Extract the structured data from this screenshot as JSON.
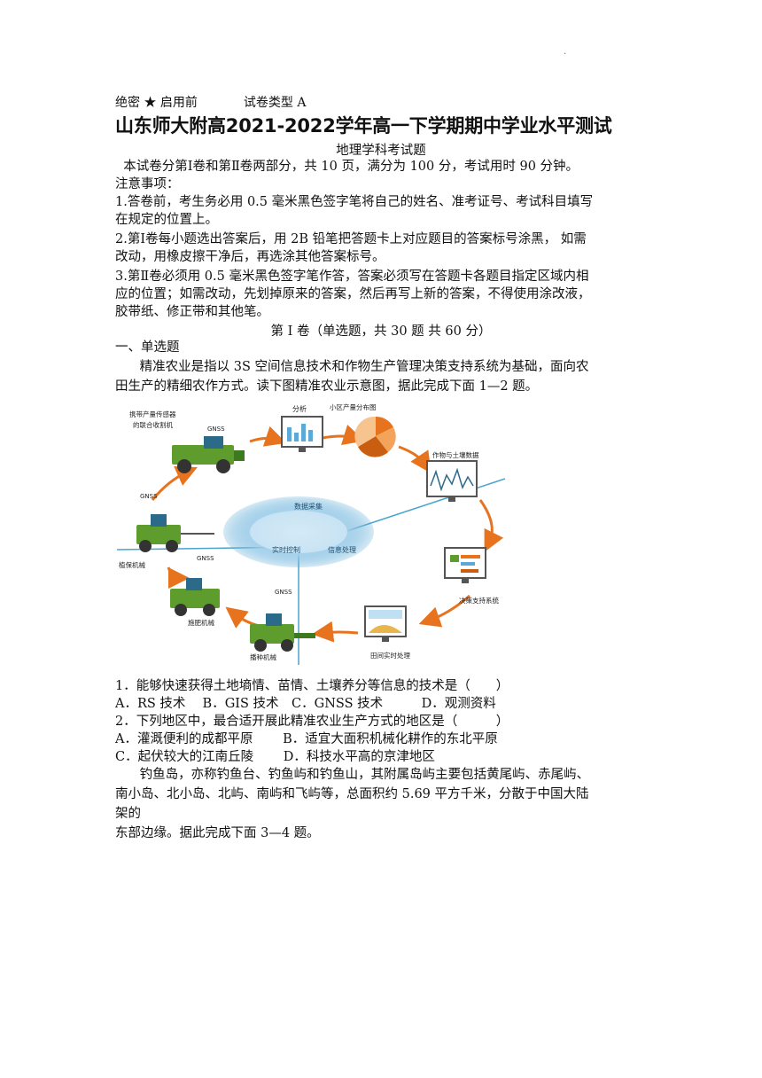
{
  "header": {
    "secret": "绝密 ★ 启用前",
    "paper_type": "试卷类型 A"
  },
  "title": "山东师大附高2021-2022学年高一下学期期中学业水平测试",
  "subtitle": "地理学科考试题",
  "intro": "本试卷分第Ⅰ卷和第Ⅱ卷两部分，共 10 页，满分为 100 分，考试用时 90 分钟。",
  "notes_heading": "注意事项：",
  "notes": [
    "1.答卷前，考生务必用 0.5 毫米黑色签字笔将自己的姓名、准考证号、考试科目填写",
    "在规定的位置上。",
    "2.第Ⅰ卷每小题选出答案后，用 2B 铅笔把答题卡上对应题目的答案标号涂黑，  如需",
    "改动，用橡皮擦干净后，再选涂其他答案标号。",
    "3.第Ⅱ卷必须用 0.5 毫米黑色签字笔作答，答案必须写在答题卡各题目指定区域内相",
    "应的位置；如需改动，先划掉原来的答案，然后再写上新的答案，不得使用涂改液，",
    "胶带纸、修正带和其他笔。"
  ],
  "section_title": "第 Ⅰ 卷（单选题，共 30 题 共 60 分）",
  "part_heading": "一、单选题",
  "passage1": [
    "精准农业是指以 3S 空间信息技术和作物生产管理决策支持系统为基础，面向农",
    "田生产的精细农作方式。读下图精准农业示意图，据此完成下面 1—2 题。"
  ],
  "diagram": {
    "labels": {
      "harvester": [
        "携带产量传感器",
        "的联合收割机"
      ],
      "analysis": "分析",
      "yield_map": "小区产量分布图",
      "crop_soil": "作物与土壤数据",
      "decision": "决策支持系统",
      "field_processing": "田间实时处理",
      "seeding": "播种机械",
      "fertilizing": "施肥机械",
      "plant_protection": "植保机械",
      "gnss": "GNSS",
      "data_collection": "数据采集",
      "realtime_control": "实时控制",
      "info_processing": "信息处理"
    },
    "colors": {
      "arrow": "#e8731e",
      "machine": "#5f9c2e",
      "cab": "#2c6a8a",
      "core": "#5aa9d6",
      "axis": "#4aa3d1"
    }
  },
  "questions": [
    {
      "stem": "1．能够快速获得土地墒情、苗情、土壤养分等信息的技术是（　　）",
      "options_lines": [
        "A．RS 技术　 B．GIS 技术　C．GNSS 技术　　　D．观测资料"
      ]
    },
    {
      "stem": "2．下列地区中，最合适开展此精准农业生产方式的地区是（　　　）",
      "options_lines": [
        "A．灌溉便利的成都平原　　 B．适宜大面积机械化耕作的东北平原",
        "C．起伏较大的江南丘陵　　 D．科技水平高的京津地区"
      ]
    }
  ],
  "passage2": [
    "钓鱼岛，亦称钓鱼台、钓鱼屿和钓鱼山，其附属岛屿主要包括黄尾屿、赤尾屿、",
    "南小岛、北小岛、北屿、南屿和飞屿等，总面积约 5.69 平方千米，分散于中国大陆",
    "架的",
    "东部边缘。据此完成下面 3—4 题。"
  ]
}
